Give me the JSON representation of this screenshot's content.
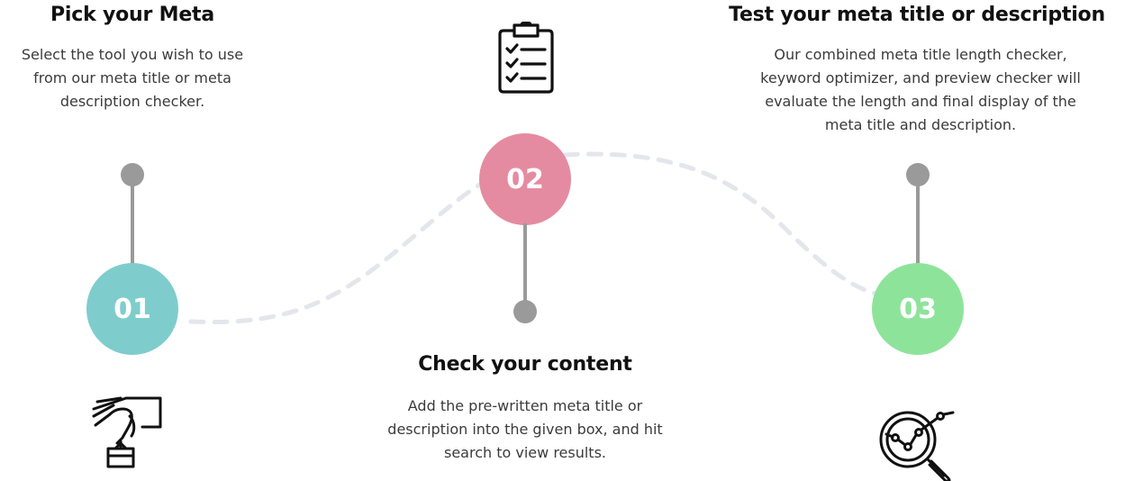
{
  "steps": [
    {
      "number": "01",
      "title": "Pick your Meta",
      "description": "Select the tool you wish to use from our meta title or meta description checker.",
      "color": "#7ecdcc",
      "icon": "hand-pointer-box-icon"
    },
    {
      "number": "02",
      "title": "Check your content",
      "description": "Add the pre-written meta title or description into the given box, and hit search to view results.",
      "color": "#e58ba1",
      "icon": "clipboard-checklist-icon"
    },
    {
      "number": "03",
      "title": "Test your meta title or description",
      "description": "Our combined meta title length checker, keyword optimizer, and preview checker will evaluate the length and final display of the meta title and description.",
      "color": "#8ee39b",
      "icon": "magnifier-chart-icon"
    }
  ],
  "connector_color": "#e4e6ec",
  "stem_color": "#9a9a9a"
}
